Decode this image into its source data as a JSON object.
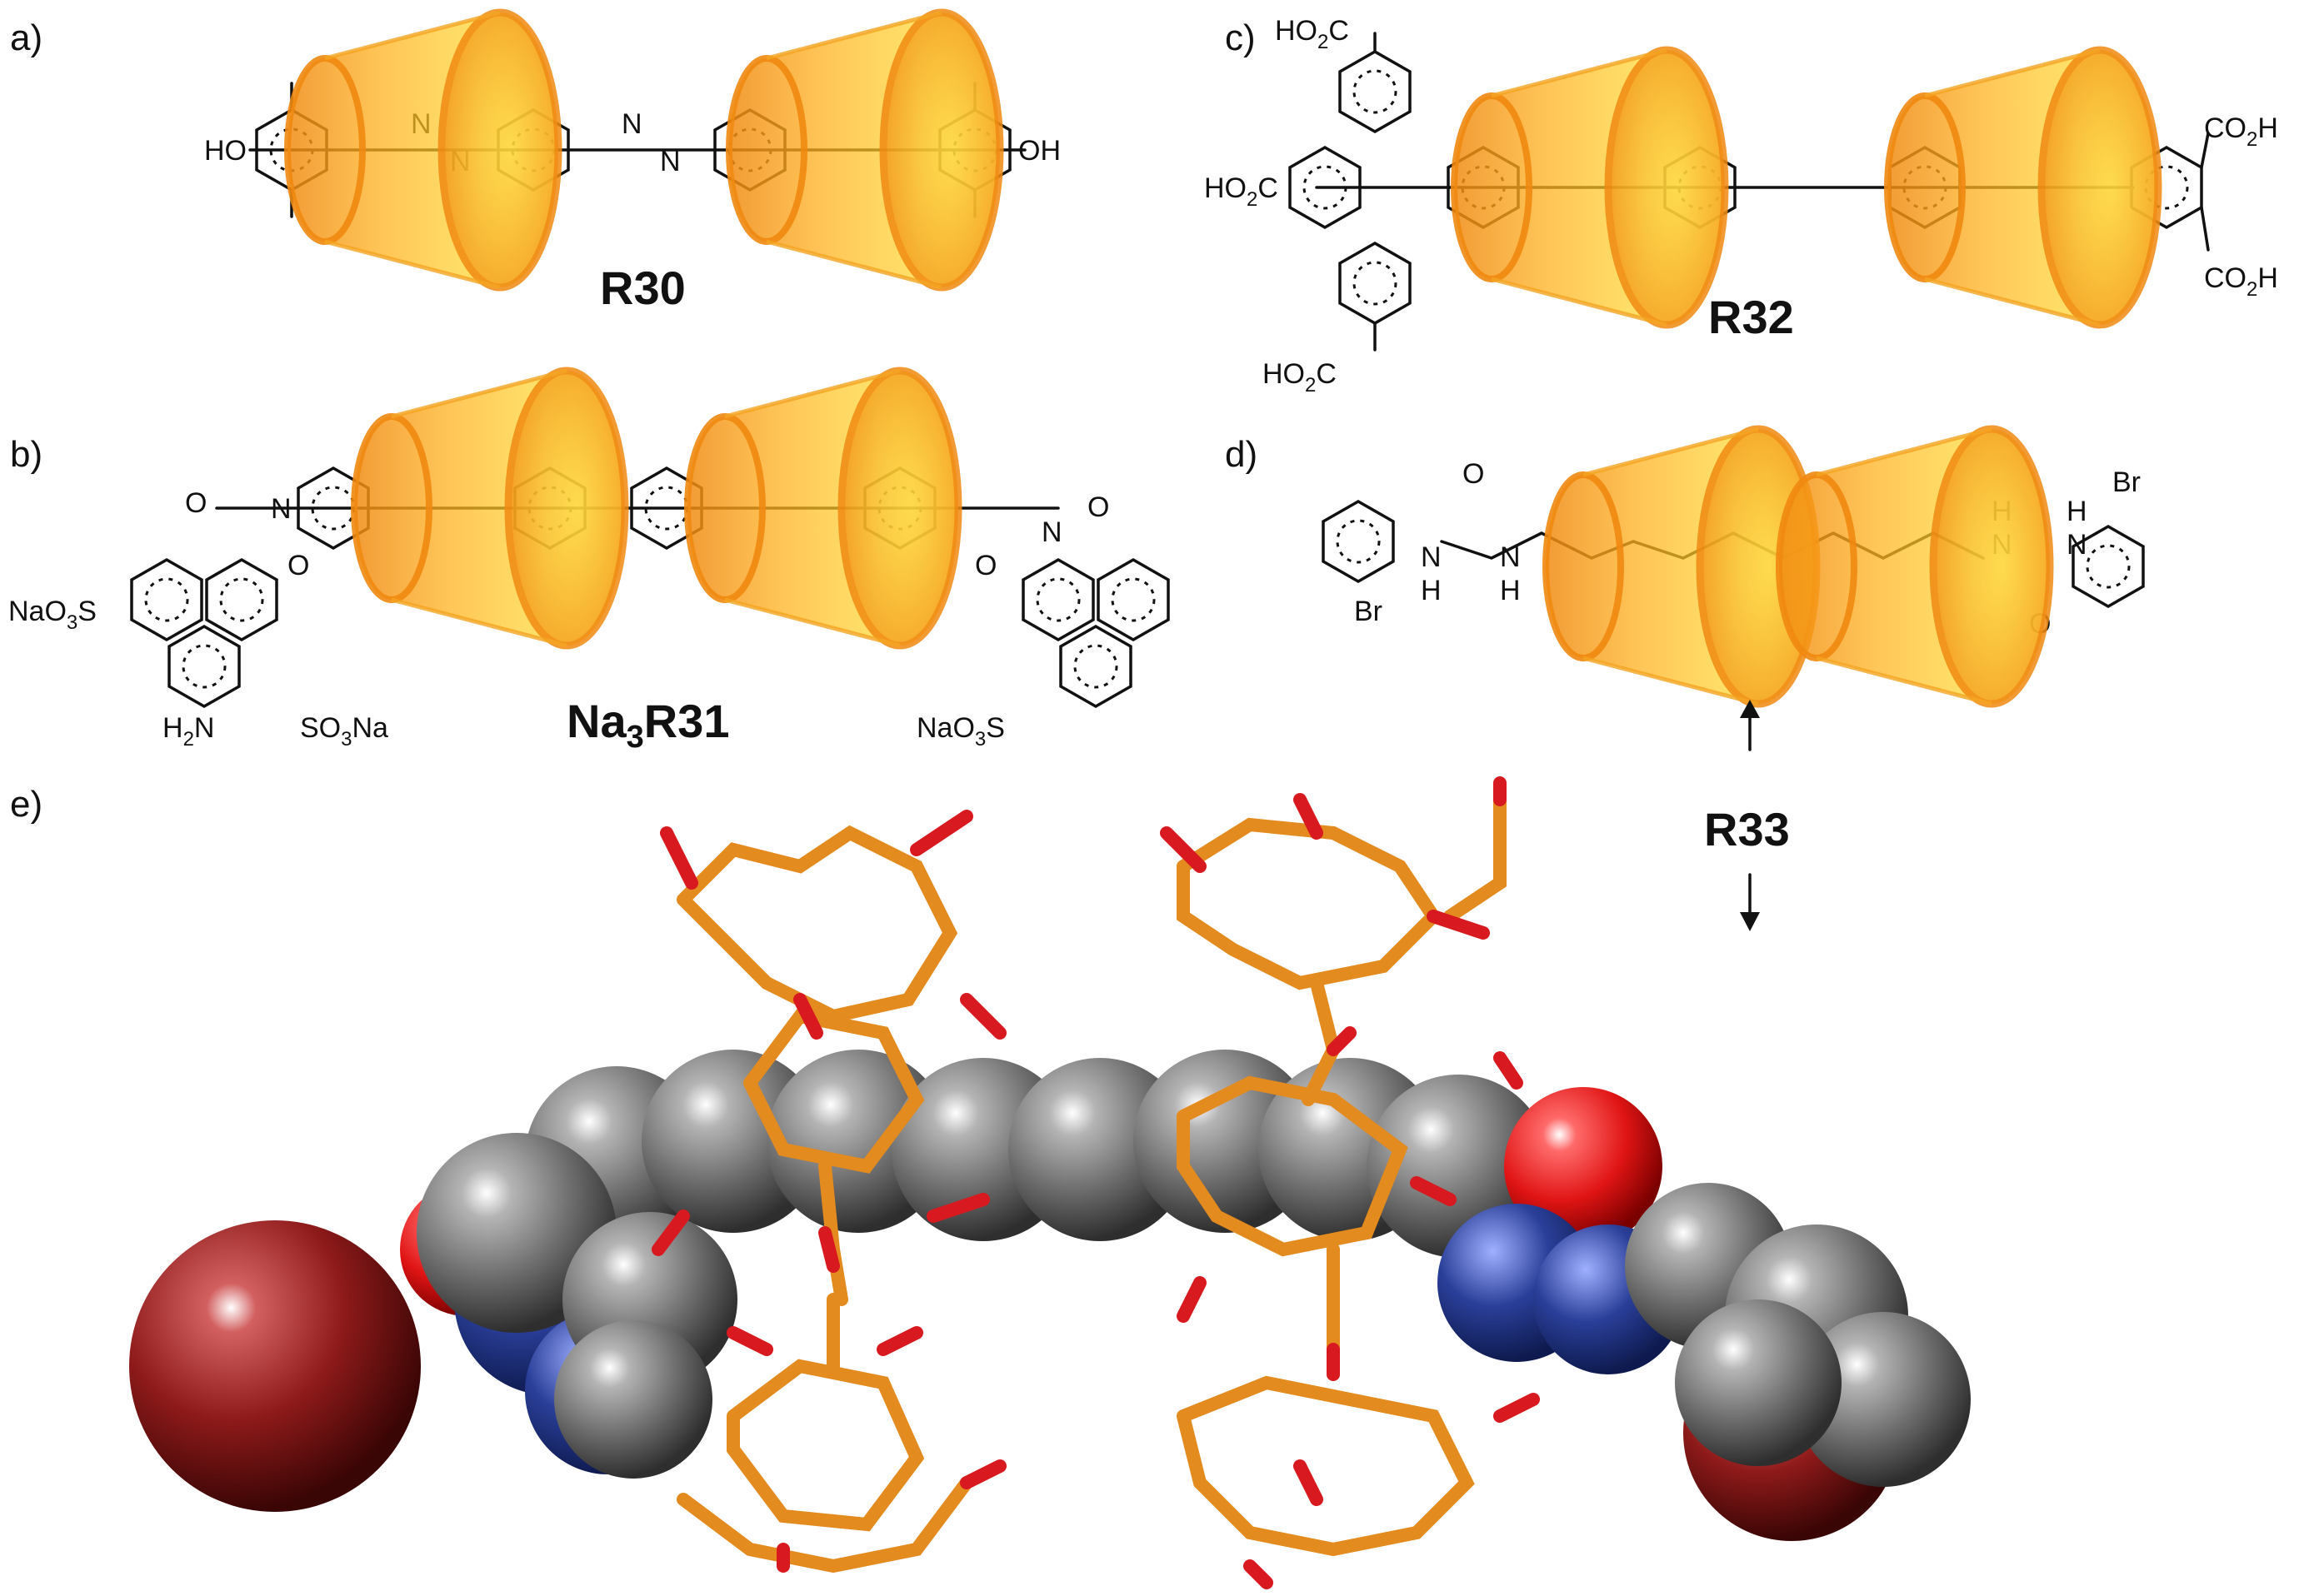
{
  "panels": {
    "a": "a)",
    "b": "b)",
    "c": "c)",
    "d": "d)",
    "e": "e)"
  },
  "compounds": {
    "r30": "R30",
    "r31_prefix": "Na",
    "r31_sub": "3",
    "r31_suffix": "R31",
    "r32": "R32",
    "r33": "R33"
  },
  "atoms": {
    "a_ho": "HO",
    "a_oh": "OH",
    "a_n1": "N",
    "a_n2": "N",
    "a_n3": "N",
    "a_n4": "N",
    "b_o1": "O",
    "b_n1": "N",
    "b_o2": "O",
    "b_nao3s_left": "NaO",
    "b_nao3s_left_sub": "3",
    "b_nao3s_left_end": "S",
    "b_h2n": "H",
    "b_h2n_sub": "2",
    "b_h2n_end": "N",
    "b_so3na": "SO",
    "b_so3na_sub": "3",
    "b_so3na_end": "Na",
    "b_o3": "O",
    "b_n2": "N",
    "b_o4": "O",
    "b_nao3s_right": "NaO",
    "b_nao3s_right_sub": "3",
    "b_nao3s_right_end": "S",
    "c_ho2c_top": "HO",
    "c_ho2c_top_sub": "2",
    "c_ho2c_top_end": "C",
    "c_ho2c_mid": "HO",
    "c_ho2c_mid_sub": "2",
    "c_ho2c_mid_end": "C",
    "c_ho2c_bot": "HO",
    "c_ho2c_bot_sub": "2",
    "c_ho2c_bot_end": "C",
    "c_co2h_top": "CO",
    "c_co2h_top_sub": "2",
    "c_co2h_top_end": "H",
    "c_co2h_bot": "CO",
    "c_co2h_bot_sub": "2",
    "c_co2h_bot_end": "H",
    "d_br_left": "Br",
    "d_o_left": "O",
    "d_nh1": "N",
    "d_h1": "H",
    "d_nh2": "N",
    "d_h2": "H",
    "d_h3": "H",
    "d_nh3": "N",
    "d_h4": "H",
    "d_nh4": "N",
    "d_o_right": "O",
    "d_br_right": "Br"
  },
  "colors": {
    "cyclodextrin_light": "#ffd52a",
    "cyclodextrin_dark": "#f08a12",
    "carbon": "#6e6e6e",
    "oxygen": "#e01414",
    "nitrogen": "#2a3f99",
    "bromine": "#8e1a1a",
    "stick_carbon": "#e38b1e",
    "stick_oxygen": "#d8191f"
  }
}
